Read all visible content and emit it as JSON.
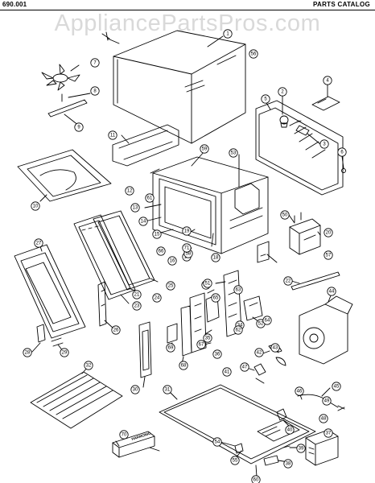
{
  "header": {
    "model_number": "690.001",
    "catalog_title": "PARTS CATALOG"
  },
  "watermark": "AppliancePartsPros.com",
  "diagram": {
    "part_numbers": [
      "1",
      "2",
      "3",
      "4",
      "5",
      "6",
      "7",
      "8",
      "9",
      "10",
      "11",
      "12",
      "13",
      "14",
      "15",
      "16",
      "17",
      "18",
      "19",
      "20",
      "21",
      "22",
      "23",
      "24",
      "25",
      "26",
      "27",
      "28",
      "29",
      "30",
      "31",
      "32",
      "33",
      "34",
      "35",
      "36",
      "37",
      "38",
      "39",
      "40",
      "41",
      "42",
      "43",
      "44",
      "45",
      "46",
      "47",
      "48",
      "49",
      "50",
      "51",
      "52",
      "53",
      "54",
      "55",
      "56",
      "57",
      "58",
      "59",
      "60",
      "61",
      "62",
      "63",
      "64",
      "65",
      "66",
      "67",
      "68",
      "69",
      "70",
      "71"
    ],
    "component_labels": {
      "capacitor_label": "HARMONIC"
    }
  }
}
